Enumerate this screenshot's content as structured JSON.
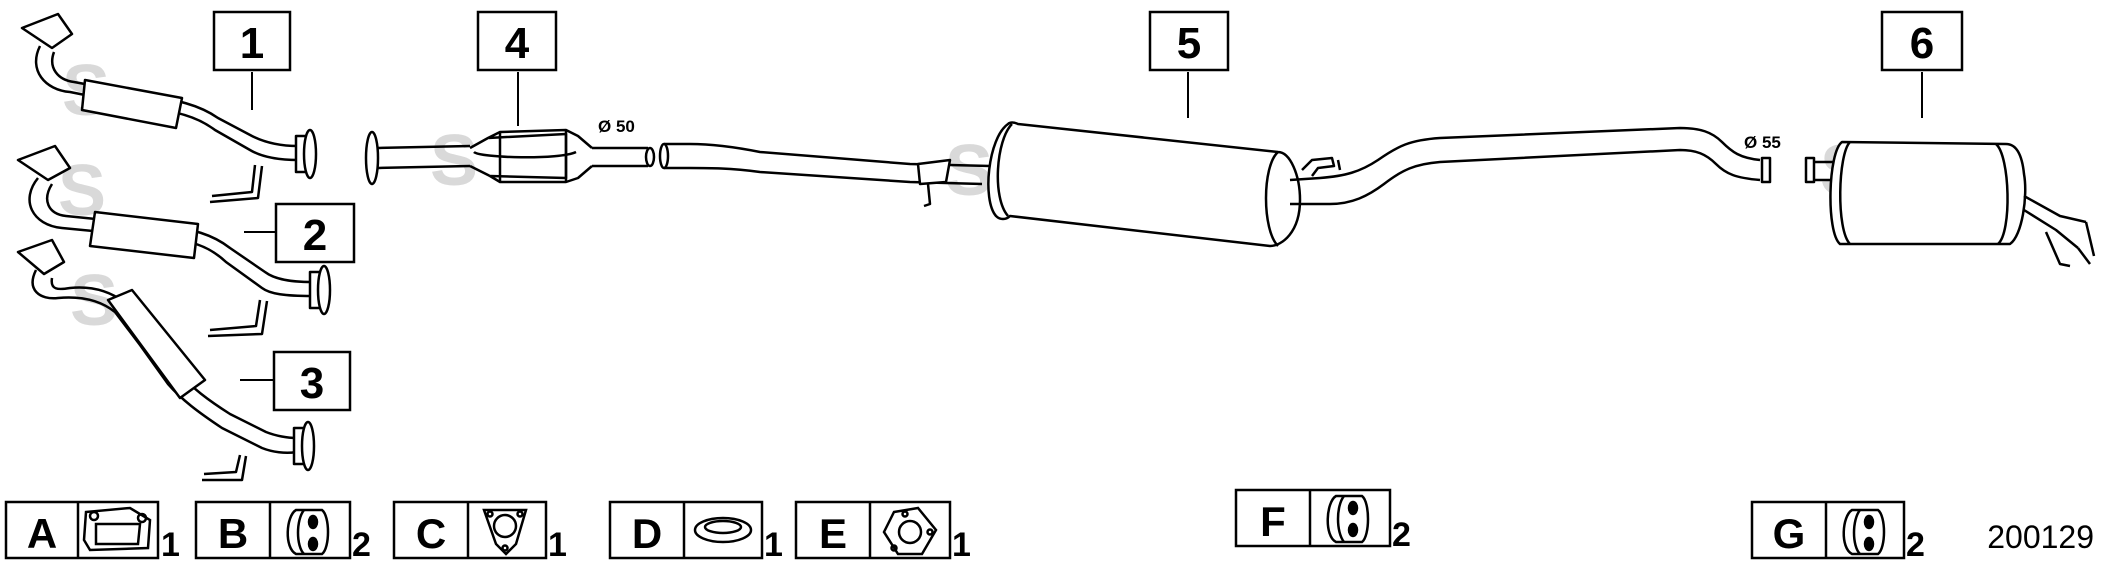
{
  "parts": [
    {
      "number": "1"
    },
    {
      "number": "2"
    },
    {
      "number": "3"
    },
    {
      "number": "4"
    },
    {
      "number": "5"
    },
    {
      "number": "6"
    }
  ],
  "diameters": {
    "cat_outlet": "Ø 50",
    "rear_pipe": "Ø 55"
  },
  "watermark": "S",
  "keys": [
    {
      "letter": "A",
      "qty": "1",
      "icon": "flange-gasket-icon"
    },
    {
      "letter": "B",
      "qty": "2",
      "icon": "rubber-hanger-icon"
    },
    {
      "letter": "C",
      "qty": "1",
      "icon": "triangular-gasket-icon"
    },
    {
      "letter": "D",
      "qty": "1",
      "icon": "ring-gasket-icon"
    },
    {
      "letter": "E",
      "qty": "1",
      "icon": "three-bolt-gasket-icon"
    },
    {
      "letter": "F",
      "qty": "2",
      "icon": "rubber-hanger-icon"
    },
    {
      "letter": "G",
      "qty": "2",
      "icon": "rubber-hanger-icon"
    }
  ],
  "catalog_number": "200129",
  "colors": {
    "line": "#000000",
    "watermark": "#d9d9d9",
    "background": "#ffffff"
  }
}
